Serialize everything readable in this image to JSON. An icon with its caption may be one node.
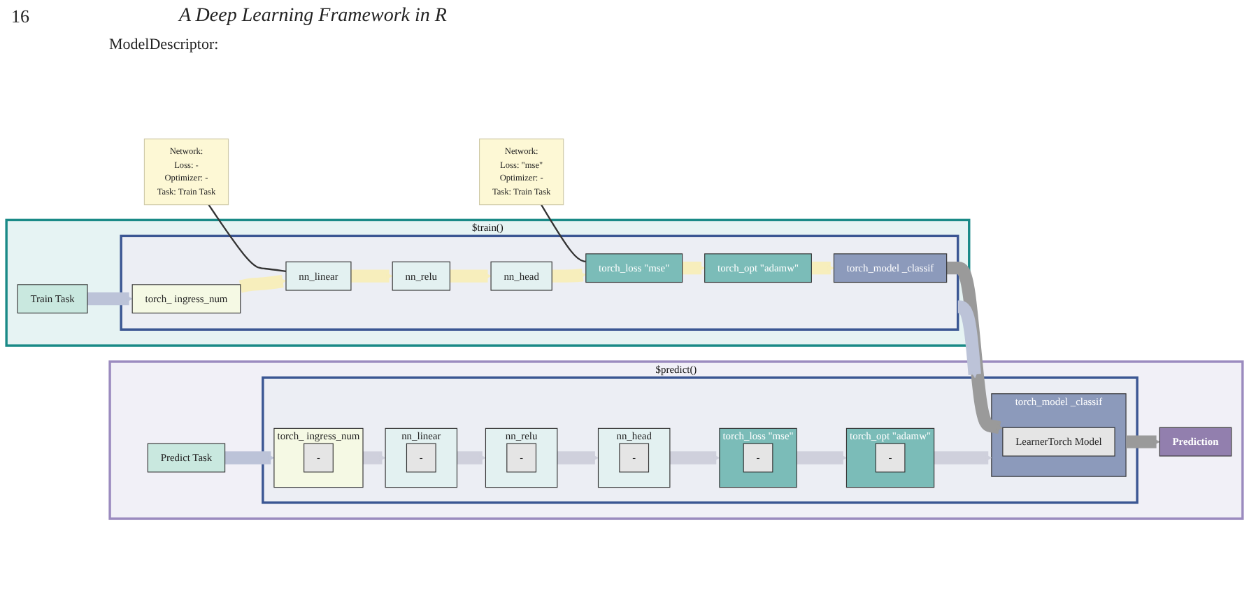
{
  "diagram": {
    "nodes": [
      {
        "text": [
          "Network:",
          "Loss: -",
          "Optimizer: -",
          "Task: Train Task"
        ]
      },
      {
        "text": [
          "Network:",
          "Loss: \"mse\"",
          "Optimizer: -",
          "Task: Train Task"
        ]
      },
      {
        "text": [
          "$train()"
        ]
      },
      {
        "text": [
          "Train Task"
        ],
        "in": 2
      },
      {
        "text": [],
        "shape": "box",
        "in": 2
      },
      {
        "text": [
          "torch_ ingress_num"
        ],
        "in": 4
      },
      {
        "text": [
          "nn_linear"
        ],
        "in": 4
      },
      {
        "text": [
          "nn_relu"
        ],
        "in": 4
      },
      {
        "text": [
          "nn_head"
        ],
        "in": 4
      },
      {
        "text": [
          "torch_loss \"mse\""
        ],
        "in": 4
      },
      {
        "text": [
          "torch_opt \"adamw\""
        ],
        "in": 4
      },
      {
        "text": [
          "torch_model _classif"
        ],
        "in": 4
      },
      {
        "text": [
          "$predict()"
        ]
      },
      {
        "text": [
          "Predict Task"
        ],
        "in": 12
      },
      {
        "text": [],
        "shape": "box",
        "in": 12
      },
      {
        "text": [
          "torch_ ingress_num"
        ],
        "in": 14
      },
      {
        "text": [
          "-"
        ],
        "in": 15
      },
      {
        "text": [
          "nn_linear"
        ],
        "in": 14
      },
      {
        "text": [
          "-"
        ],
        "in": 17
      },
      {
        "text": [
          "nn_relu"
        ],
        "in": 14
      },
      {
        "text": [
          "-"
        ],
        "in": 19
      },
      {
        "text": [
          "nn_head"
        ],
        "in": 14
      },
      {
        "text": [
          "-"
        ],
        "in": 21
      },
      {
        "text": [
          "torch_loss \"mse\""
        ],
        "in": 14
      },
      {
        "text": [
          "-"
        ],
        "in": 23
      },
      {
        "text": [
          "torch_opt \"adamw\""
        ],
        "in": 14
      },
      {
        "text": [
          "-"
        ],
        "in": 25
      },
      {
        "text": [
          "torch_model _classif"
        ],
        "in": 14
      },
      {
        "text": [
          "LearnerTorch Model"
        ],
        "in": 27
      },
      {
        "text": [
          "Prediction"
        ],
        "in": 12
      }
    ],
    "edges": [
      {
        "from": 0,
        "to": 6,
        "arrow": "none",
        "color": "#333333"
      },
      {
        "from": 1,
        "to": 9,
        "arrow": "none",
        "color": "#333333"
      },
      {
        "from": 3,
        "to": 5,
        "arrow": "to",
        "color": "#bcc3d8"
      },
      {
        "from": 5,
        "to": 6,
        "arrow": "to",
        "color": "#f7eebc"
      },
      {
        "from": 6,
        "to": 7,
        "arrow": "to",
        "color": "#f7eebc"
      },
      {
        "from": 7,
        "to": 8,
        "arrow": "to",
        "color": "#f7eebc"
      },
      {
        "from": 8,
        "to": 9,
        "arrow": "to",
        "color": "#f7eebc"
      },
      {
        "from": 9,
        "to": 10,
        "arrow": "to",
        "color": "#f7eebc"
      },
      {
        "from": 10,
        "to": 11,
        "arrow": "to",
        "color": "#f7eebc"
      },
      {
        "from": 4,
        "to": 14,
        "arrow": "to",
        "color": "#bcc3d8"
      },
      {
        "from": 11,
        "to": 28,
        "arrow": "to",
        "color": "#9a9a9a"
      },
      {
        "from": 13,
        "to": 15,
        "arrow": "to",
        "color": "#bcc3d8"
      },
      {
        "from": 15,
        "to": 17,
        "arrow": "to",
        "color": "#cfd0dc"
      },
      {
        "from": 17,
        "to": 19,
        "arrow": "to",
        "color": "#cfd0dc"
      },
      {
        "from": 19,
        "to": 21,
        "arrow": "to",
        "color": "#cfd0dc"
      },
      {
        "from": 21,
        "to": 23,
        "arrow": "to",
        "color": "#cfd0dc"
      },
      {
        "from": 23,
        "to": 25,
        "arrow": "to",
        "color": "#cfd0dc"
      },
      {
        "from": 25,
        "to": 27,
        "arrow": "to",
        "color": "#cfd0dc"
      },
      {
        "from": 27,
        "to": 29,
        "arrow": "to",
        "color": "#9a9a9a"
      }
    ],
    "labels": [
      "16",
      "A Deep Learning Framework in R",
      "ModelDescriptor:"
    ]
  }
}
